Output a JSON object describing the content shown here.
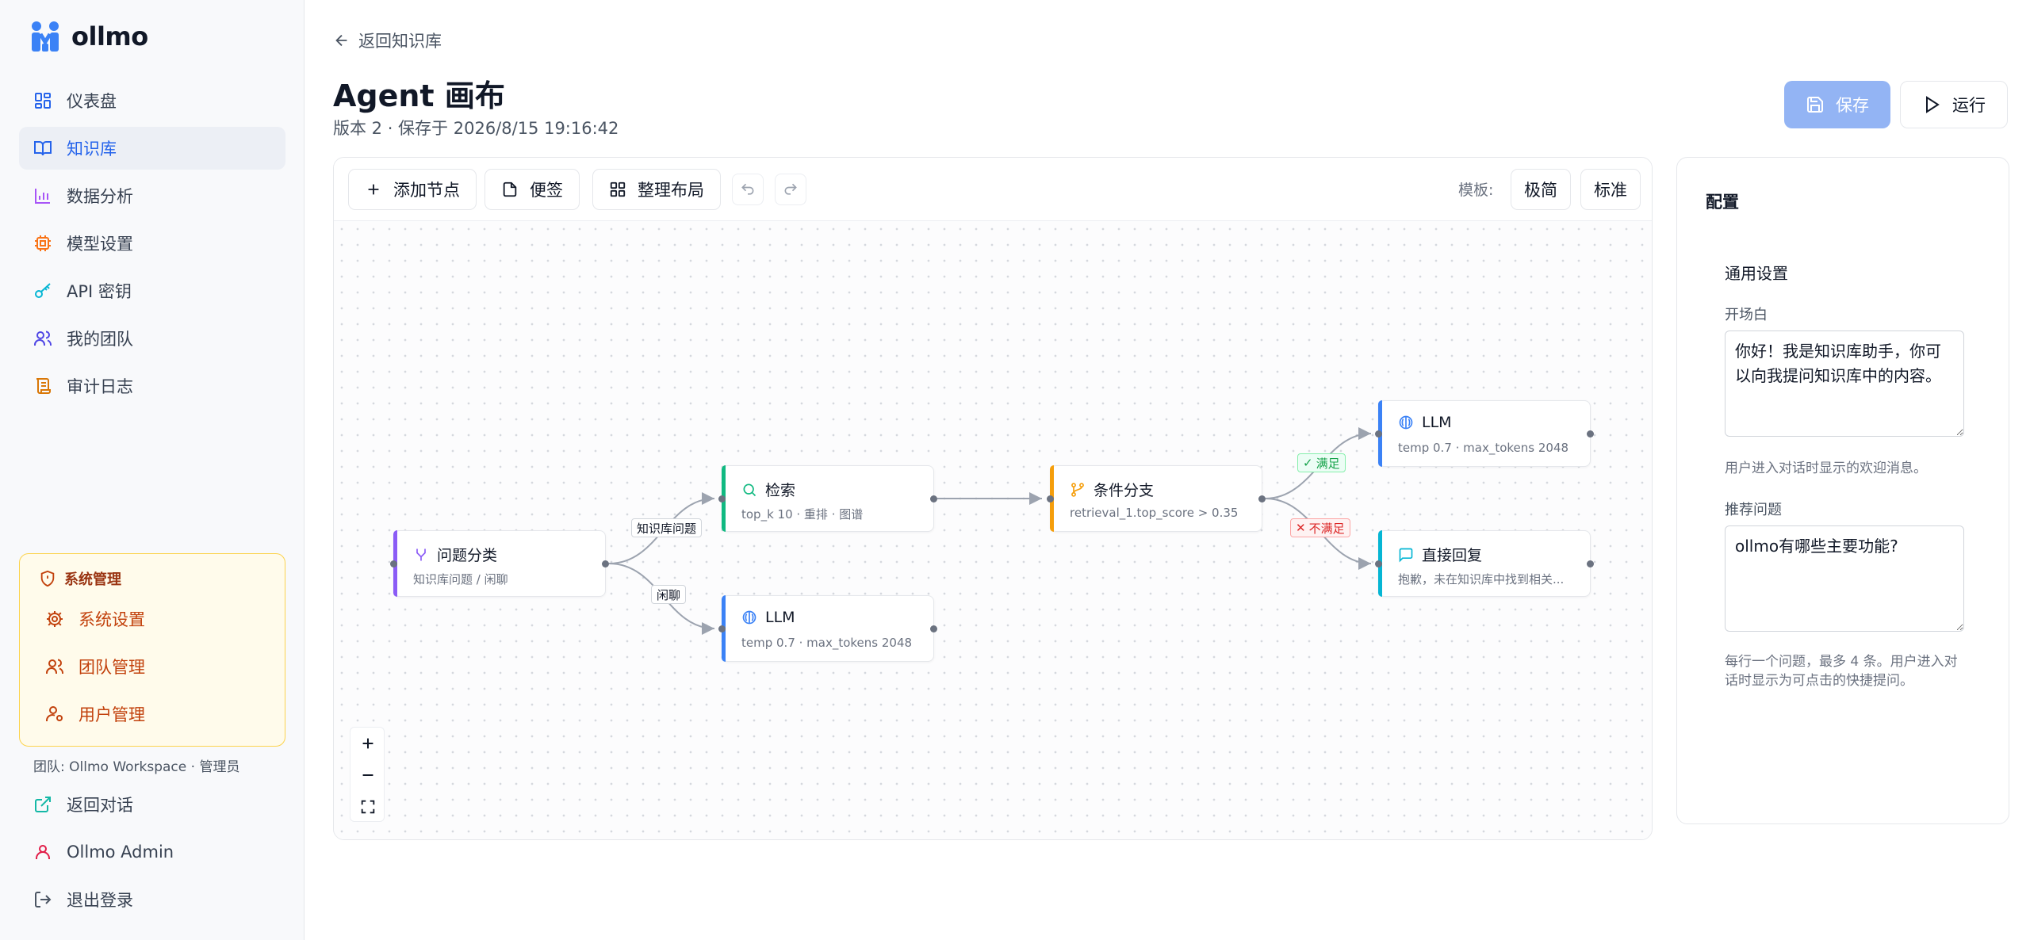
{
  "app": {
    "logo_text": "ollmo"
  },
  "sidebar": {
    "items": [
      {
        "label": "仪表盘",
        "icon": "dashboard-icon"
      },
      {
        "label": "知识库",
        "icon": "book-icon",
        "active": true
      },
      {
        "label": "数据分析",
        "icon": "chart-icon"
      },
      {
        "label": "模型设置",
        "icon": "cpu-icon"
      },
      {
        "label": "API 密钥",
        "icon": "key-icon"
      },
      {
        "label": "我的团队",
        "icon": "users-icon"
      },
      {
        "label": "审计日志",
        "icon": "scroll-icon"
      }
    ],
    "admin": {
      "title": "系统管理",
      "items": [
        {
          "label": "系统设置",
          "icon": "gear-icon"
        },
        {
          "label": "团队管理",
          "icon": "users-icon"
        },
        {
          "label": "用户管理",
          "icon": "user-cog-icon"
        }
      ]
    },
    "team_line": "团队: Ollmo Workspace · 管理员",
    "bottom": [
      {
        "label": "返回对话",
        "icon": "external-link-icon"
      },
      {
        "label": "Ollmo Admin",
        "icon": "user-icon"
      },
      {
        "label": "退出登录",
        "icon": "logout-icon"
      }
    ]
  },
  "header": {
    "back_label": "返回知识库",
    "title": "Agent 画布",
    "subtitle": "版本 2 · 保存于 2026/8/15 19:16:42",
    "save_label": "保存",
    "run_label": "运行"
  },
  "toolbar": {
    "add_node": "添加节点",
    "note": "便签",
    "arrange": "整理布局",
    "template_label": "模板:",
    "template_minimal": "极简",
    "template_standard": "标准"
  },
  "nodes": {
    "classify": {
      "title": "问题分类",
      "sub": "知识库问题 / 闲聊",
      "color": "#8b5cf6",
      "icon": "split-icon"
    },
    "retrieve": {
      "title": "检索",
      "sub": "top_k 10 · 重排 · 图谱",
      "color": "#10b981",
      "icon": "search-icon"
    },
    "llm_chat": {
      "title": "LLM",
      "sub": "temp 0.7 · max_tokens 2048",
      "color": "#3b82f6",
      "icon": "brain-icon"
    },
    "condition": {
      "title": "条件分支",
      "sub": "retrieval_1.top_score > 0.35",
      "color": "#f59e0b",
      "icon": "branch-icon"
    },
    "llm_main": {
      "title": "LLM",
      "sub": "temp 0.7 · max_tokens 2048",
      "color": "#3b82f6",
      "icon": "brain-icon"
    },
    "reply": {
      "title": "直接回复",
      "sub": "抱歉，未在知识库中找到相关...",
      "color": "#06b6d4",
      "icon": "message-icon"
    }
  },
  "edge_labels": {
    "kb_question": "知识库问题",
    "chitchat": "闲聊",
    "satisfied": "满足",
    "not_satisfied": "不满足"
  },
  "config": {
    "title": "配置",
    "section": "通用设置",
    "opening_label": "开场白",
    "opening_value": "你好！我是知识库助手，你可以向我提问知识库中的内容。",
    "opening_hint": "用户进入对话时显示的欢迎消息。",
    "suggest_label": "推荐问题",
    "suggest_value": "ollmo有哪些主要功能?",
    "suggest_hint": "每行一个问题，最多 4 条。用户进入对话时显示为可点击的快捷提问。"
  }
}
